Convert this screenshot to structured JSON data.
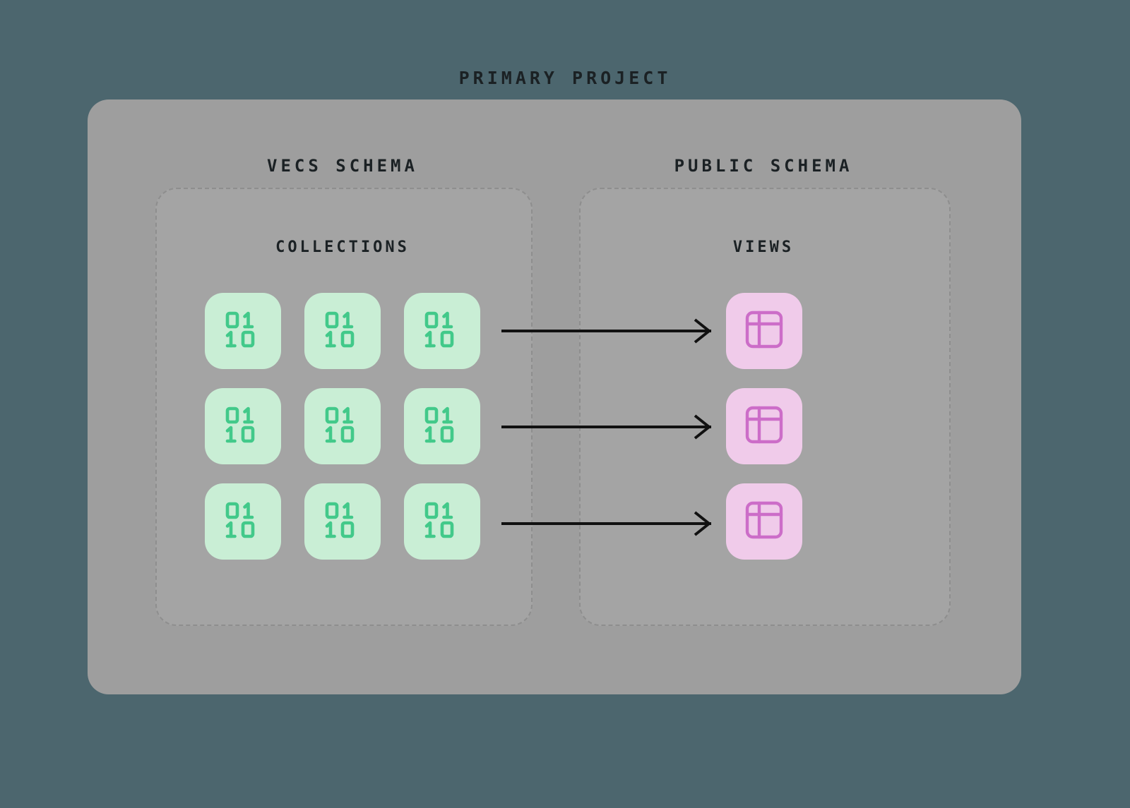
{
  "diagram": {
    "title": "PRIMARY PROJECT",
    "background_color": "#4c666e",
    "panel_color": "#9e9e9e",
    "schema_box_color": "#a4a4a4",
    "collection_tile_color": "#c9eed5",
    "collection_icon_color": "#42c98a",
    "view_tile_color": "#f0cbea",
    "view_icon_color": "#cc6dc8",
    "arrow_color": "#111111"
  },
  "schemas": [
    {
      "id": "vecs",
      "label": "VECS SCHEMA",
      "group_label": "COLLECTIONS",
      "tiles": [
        {
          "icon": "binary-icon",
          "value": "01 10"
        },
        {
          "icon": "binary-icon",
          "value": "01 10"
        },
        {
          "icon": "binary-icon",
          "value": "01 10"
        },
        {
          "icon": "binary-icon",
          "value": "01 10"
        },
        {
          "icon": "binary-icon",
          "value": "01 10"
        },
        {
          "icon": "binary-icon",
          "value": "01 10"
        },
        {
          "icon": "binary-icon",
          "value": "01 10"
        },
        {
          "icon": "binary-icon",
          "value": "01 10"
        },
        {
          "icon": "binary-icon",
          "value": "01 10"
        }
      ]
    },
    {
      "id": "public",
      "label": "PUBLIC SCHEMA",
      "group_label": "VIEWS",
      "tiles": [
        {
          "icon": "table-view-icon"
        },
        {
          "icon": "table-view-icon"
        },
        {
          "icon": "table-view-icon"
        }
      ]
    }
  ],
  "connections": [
    {
      "from": "collections-row-1",
      "to": "views-tile-1",
      "style": "arrow"
    },
    {
      "from": "collections-row-2",
      "to": "views-tile-2",
      "style": "arrow"
    },
    {
      "from": "collections-row-3",
      "to": "views-tile-3",
      "style": "arrow"
    }
  ]
}
